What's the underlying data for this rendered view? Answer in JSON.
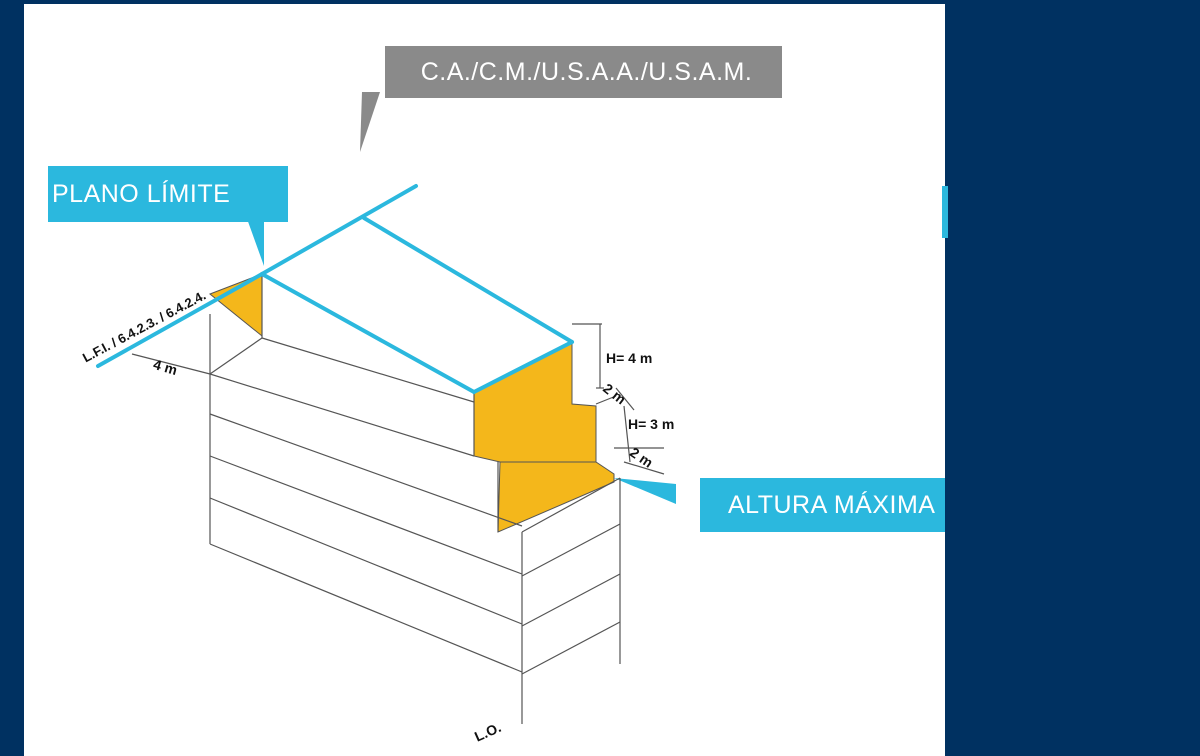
{
  "labels": {
    "top_callout": "C.A./C.M./U.S.A.A./U.S.A.M.",
    "plano_limite": "PLANO LÍMITE",
    "altura_maxima": "ALTURA MÁXIMA",
    "lfi": "L.F.I. / 6.4.2.3. / 6.4.2.4.",
    "setback_front": "4 m",
    "h1": "H= 4 m",
    "step1": "2 m",
    "h2": "H= 3 m",
    "step2": "2 m",
    "lo": "L.O."
  },
  "colors": {
    "background": "#003161",
    "panel": "#ffffff",
    "accent_blue": "#2bb8de",
    "callout_gray": "#8a8a8a",
    "fill_orange": "#f4b71b",
    "line_gray": "#555555"
  }
}
